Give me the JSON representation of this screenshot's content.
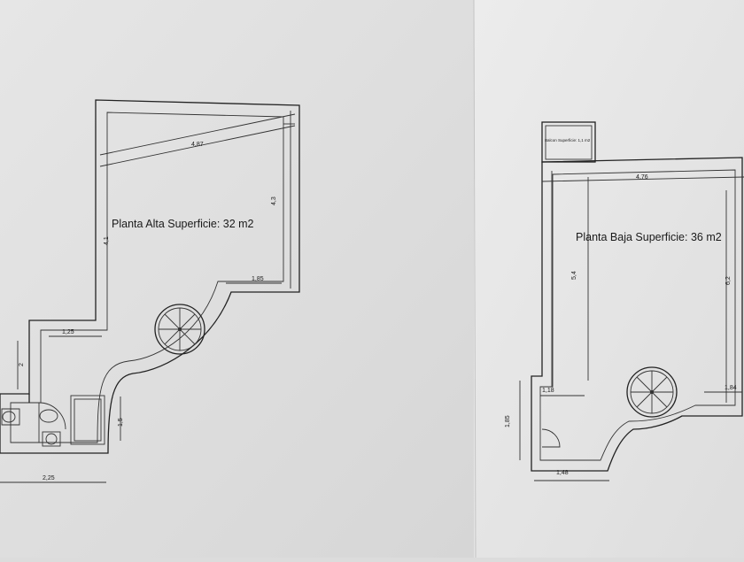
{
  "plans": {
    "upper": {
      "title": "Planta Alta Superficie: 32 m2",
      "dims": {
        "top": "4,87",
        "right": "4,3",
        "left": "4,1",
        "ledge": "1,85",
        "step": "1,25",
        "side": "2",
        "bath": "1,5",
        "bottom": "2,25"
      }
    },
    "lower": {
      "title": "Planta Baja Superficie: 36 m2",
      "balcony": "Balcon Superficie: 1,1 m2",
      "dims": {
        "top": "4,76",
        "left": "5,4",
        "right": "6,2",
        "left_ledge": "1,18",
        "right_ledge": "1,84",
        "side": "1,85",
        "bottom": "1,48"
      }
    }
  }
}
